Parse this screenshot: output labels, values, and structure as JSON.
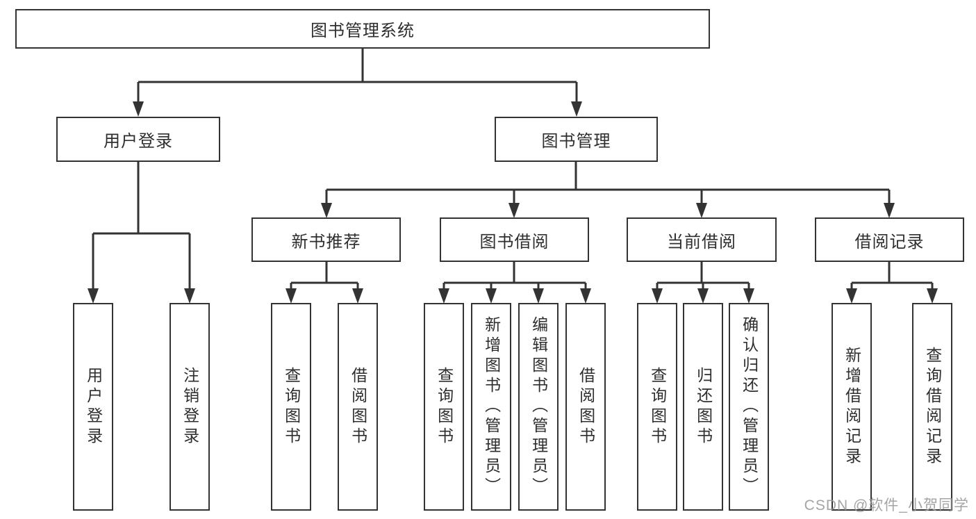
{
  "tree": {
    "label": "图书管理系统",
    "children": [
      {
        "label": "用户登录",
        "children": [
          {
            "label": "用户登录"
          },
          {
            "label": "注销登录"
          }
        ]
      },
      {
        "label": "图书管理",
        "children": [
          {
            "label": "新书推荐",
            "children": [
              {
                "label": "查询图书"
              },
              {
                "label": "借阅图书"
              }
            ]
          },
          {
            "label": "图书借阅",
            "children": [
              {
                "label": "查询图书"
              },
              {
                "label": "新增图书（管理员）"
              },
              {
                "label": "编辑图书（管理员）"
              },
              {
                "label": "借阅图书"
              }
            ]
          },
          {
            "label": "当前借阅",
            "children": [
              {
                "label": "查询图书"
              },
              {
                "label": "归还图书"
              },
              {
                "label": "确认归还（管理员）"
              }
            ]
          },
          {
            "label": "借阅记录",
            "children": [
              {
                "label": "新增借阅记录"
              },
              {
                "label": "查询借阅记录"
              }
            ]
          }
        ]
      }
    ]
  },
  "watermark": "CSDN @软件_小贺同学",
  "colors": {
    "line": "#333333",
    "box_border": "#333333",
    "text": "#2e2e2e",
    "watermark": "#9b9b9b",
    "background": "#ffffff"
  }
}
